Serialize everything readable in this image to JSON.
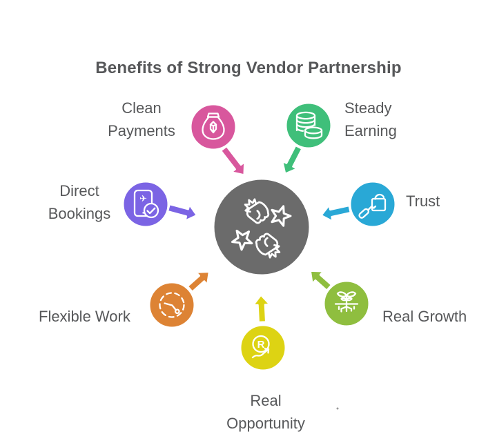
{
  "title": "Benefits of Strong Vendor Partnership",
  "center": {
    "name": "vendor-partnership-fist-bump",
    "color": "#6b6b6b"
  },
  "nodes": [
    {
      "id": "clean-payments",
      "label": "Clean\nPayments",
      "color": "#d8579d",
      "icon": "money-bag-icon"
    },
    {
      "id": "steady-earning",
      "label": "Steady\nEarning",
      "color": "#3fbf7a",
      "icon": "coin-stack-icon"
    },
    {
      "id": "direct-bookings",
      "label": "Direct\nBookings",
      "color": "#7b64e4",
      "icon": "phone-booking-check-icon",
      "plane_glyph": "✈"
    },
    {
      "id": "trust",
      "label": "Trust",
      "color": "#29a8d6",
      "icon": "lock-and-key-icon"
    },
    {
      "id": "flexible-work",
      "label": "Flexible Work",
      "color": "#dd8334",
      "icon": "dashed-clock-icon"
    },
    {
      "id": "real-growth",
      "label": "Real Growth",
      "color": "#8fbe3f",
      "icon": "plant-roots-icon"
    },
    {
      "id": "real-opportunity",
      "label": "Real\nOpportunity",
      "color": "#ddd313",
      "icon": "rupee-growth-icon",
      "icon_letter": "R"
    }
  ]
}
